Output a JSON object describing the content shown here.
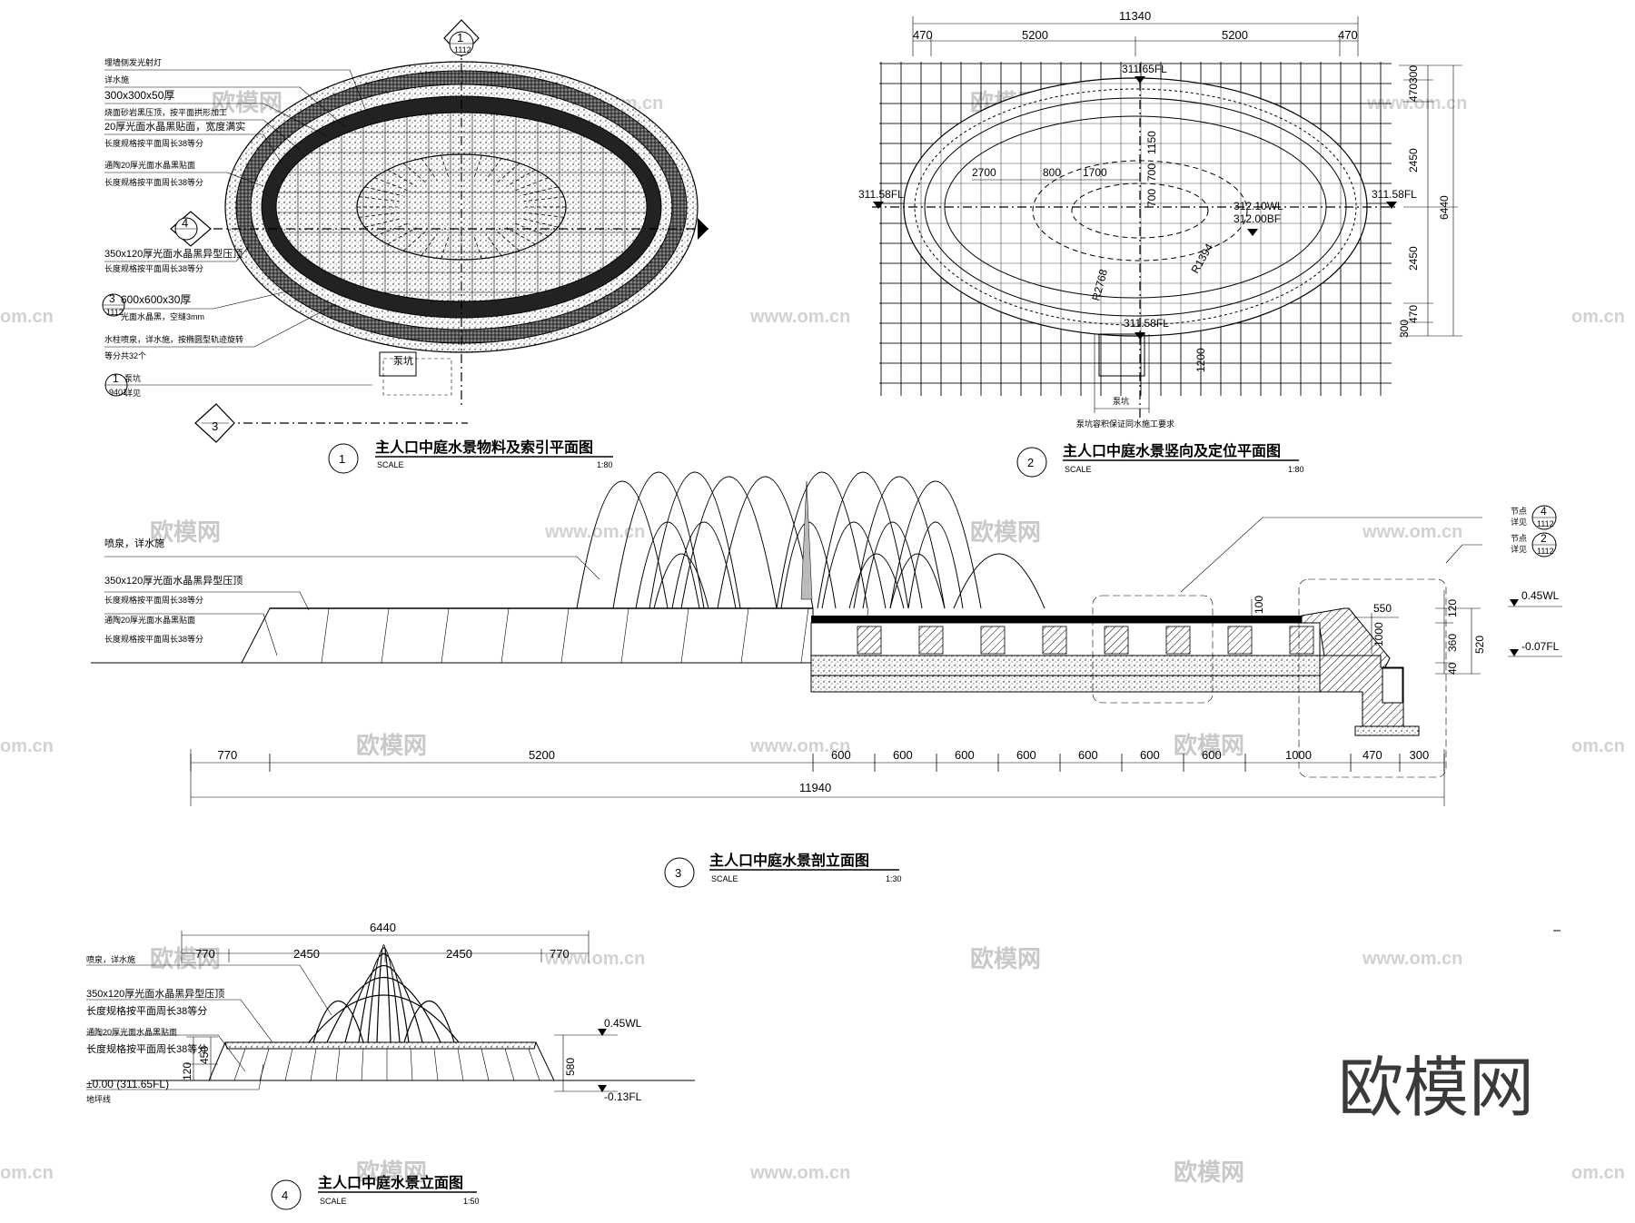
{
  "watermarks": {
    "logo_text": "欧模网",
    "url_text": "www.om.cn",
    "url_edge_text": "om.cn",
    "big_logo_text": "欧模网"
  },
  "drawing1": {
    "number": "1",
    "title": "主人口中庭水景物料及索引平面图",
    "scale_label": "SCALE",
    "scale_value": "1:80",
    "section_marks": [
      {
        "id": "1",
        "ref": "1112"
      },
      {
        "id": "4",
        "ref": ""
      },
      {
        "id": "3",
        "ref": "1112"
      },
      {
        "id": "1",
        "ref": "9401"
      },
      {
        "id": "3",
        "ref": ""
      }
    ],
    "pump_label": "泵坑",
    "notes": [
      "埋墙侧发光射灯",
      "详水施",
      "300x300x50厚",
      "烧面砂岩黑压顶，按平面拱形加工",
      "20厚光面水晶黑贴面，宽度满实",
      "长度规格按平面周长38等分",
      "通陶20厚光面水晶黑贴面",
      "长度规格按平面周长38等分",
      "350x120厚光面水晶黑异型压顶",
      "长度规格按平面周长38等分",
      "600x600x30厚",
      "光面水晶黑，空缝3mm",
      "水柱喷泉，详水施，按椭圆型轨迹旋转",
      "等分共32个",
      "泵坑",
      "详见"
    ]
  },
  "drawing2": {
    "number": "2",
    "title": "主人口中庭水景竖向及定位平面图",
    "scale_label": "SCALE",
    "scale_value": "1:80",
    "top_dims": {
      "total": "11340",
      "segments": [
        "470",
        "5200",
        "5200",
        "470"
      ]
    },
    "right_dims": {
      "total": "6440",
      "segments": [
        "300",
        "470",
        "2450",
        "2450",
        "470",
        "300"
      ]
    },
    "levels": [
      "311.65FL",
      "311.58FL",
      "311.58FL",
      "312.10WL",
      "312.00BF",
      "311.58FL"
    ],
    "inner_dims": [
      "2700",
      "800",
      "1700",
      "1150",
      "700",
      "700",
      "R2768",
      "R1394",
      "1200"
    ],
    "pump_note_tag": "泵坑",
    "pump_note": "泵坑容积保证同水施工要求"
  },
  "drawing3": {
    "number": "3",
    "title": "主人口中庭水景剖立面图",
    "scale_label": "SCALE",
    "scale_value": "1:30",
    "notes": [
      "喷泉，详水施",
      "350x120厚光面水晶黑异型压顶",
      "长度规格按平面周长38等分",
      "通陶20厚光面水晶黑贴面",
      "长度规格按平面周长38等分"
    ],
    "detail_tags": [
      {
        "text": "节点",
        "sub": "详见",
        "num": "4",
        "ref": "1112"
      },
      {
        "text": "节点",
        "sub": "详见",
        "num": "2",
        "ref": "1112"
      }
    ],
    "bottom_dims": [
      "770",
      "5200",
      "600",
      "600",
      "600",
      "600",
      "600",
      "600",
      "600",
      "1000",
      "470",
      "300"
    ],
    "total_dim": "11940",
    "vertical_dims": [
      "120",
      "360",
      "40",
      "520",
      "100",
      "550",
      "1000"
    ],
    "levels": [
      "0.45WL",
      "-0.07FL"
    ]
  },
  "drawing4": {
    "number": "4",
    "title": "主人口中庭水景立面图",
    "scale_label": "SCALE",
    "scale_value": "1:50",
    "top_dims": {
      "total": "6440",
      "segments": [
        "770",
        "2450",
        "2450",
        "770"
      ]
    },
    "notes": [
      "喷泉，详水施",
      "350x120厚光面水晶黑异型压顶",
      "长度规格按平面周长38等分",
      "通陶20厚光面水晶黑贴面",
      "长度规格按平面周长38等分",
      "±0.00 (311.65FL)",
      "地坪线"
    ],
    "vertical_dims": [
      "450",
      "120",
      "580"
    ],
    "levels": [
      "0.45WL",
      "-0.13FL"
    ]
  }
}
